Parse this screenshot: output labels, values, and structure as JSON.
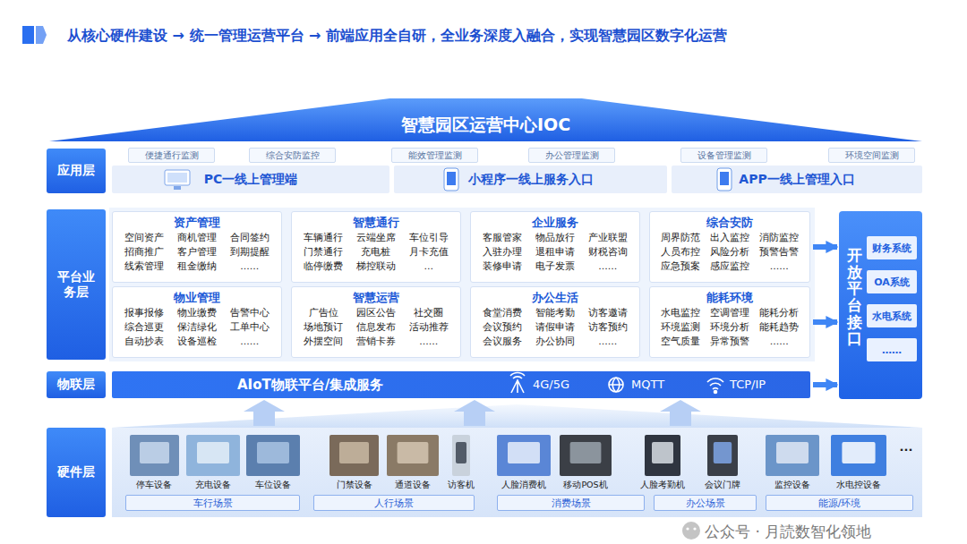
{
  "diagram": {
    "title": "从核心硬件建设 → 统一管理运营平台 → 前端应用全自研，全业务深度入融合，实现智慧园区数字化运营",
    "nodes": [
      {
        "text": [
          "智慧园区运营中心IOC"
        ]
      },
      {
        "text": [
          "应用层"
        ]
      },
      {
        "text": [
          "便捷通行监测"
        ]
      },
      {
        "text": [
          "综合安防监控"
        ]
      },
      {
        "text": [
          "能效管理监测"
        ]
      },
      {
        "text": [
          "办公管理监测"
        ]
      },
      {
        "text": [
          "设备管理监测"
        ]
      },
      {
        "text": [
          "环境空间监测"
        ]
      },
      {
        "text": [
          "PC一线上管理端"
        ]
      },
      {
        "text": [
          "小程序一线上服务入口"
        ]
      },
      {
        "text": [
          "APP一线上管理入口"
        ]
      },
      {
        "text": [
          "平台业务层"
        ]
      },
      {
        "text": [
          "资产管理",
          "空间资产",
          "商机管理",
          "合同签约",
          "招商推广",
          "客户管理",
          "到期提醒",
          "线索管理",
          "租金缴纳",
          "……"
        ]
      },
      {
        "text": [
          "智慧通行",
          "车辆通行",
          "云端坐席",
          "车位引导",
          "门禁通行",
          "充电桩",
          "月卡充值",
          "临停缴费",
          "梯控联动",
          "…"
        ]
      },
      {
        "text": [
          "企业服务",
          "客服管家",
          "物品放行",
          "产业联盟",
          "入驻办理",
          "退租申请",
          "财税咨询",
          "装修申请",
          "电子发票",
          "……"
        ]
      },
      {
        "text": [
          "综合安防",
          "周界防范",
          "出入监控",
          "消防监控",
          "人员布控",
          "风险分析",
          "预警告警",
          "应急预案",
          "感应监控",
          "……"
        ]
      },
      {
        "text": [
          "物业管理",
          "报事报修",
          "物业缴费",
          "告警中心",
          "综合巡更",
          "保洁绿化",
          "工单中心",
          "自动抄表",
          "设备巡检",
          "……"
        ]
      },
      {
        "text": [
          "智慧运营",
          "广告位",
          "园区公告",
          "社交圈",
          "场地预订",
          "信息发布",
          "活动推荐",
          "外摆空间",
          "营销卡券",
          "……"
        ]
      },
      {
        "text": [
          "办公生活",
          "食堂消费",
          "智能考勤",
          "访客邀请",
          "会议预约",
          "请假申请",
          "访客预约",
          "会议服务",
          "办公协同",
          "……"
        ]
      },
      {
        "text": [
          "能耗环境",
          "水电监控",
          "空调管理",
          "能耗分析",
          "环境监测",
          "环境分析",
          "能耗趋势",
          "空气质量",
          "异常预警",
          "……"
        ]
      },
      {
        "text": [
          "开放平台接口"
        ]
      },
      {
        "text": [
          "财务系统"
        ],
        "in": 20
      },
      {
        "text": [
          "OA系统"
        ],
        "in": 20
      },
      {
        "text": [
          "水电系统"
        ],
        "in": 20
      },
      {
        "text": [
          "……"
        ],
        "in": 20
      },
      {
        "text": [
          "物联层"
        ]
      },
      {
        "text": [
          "AIoT物联平台/集成服务",
          "4G/5G",
          "MQTT",
          "TCP/IP"
        ]
      },
      {
        "text": [
          "硬件层"
        ]
      },
      {
        "text": [
          "车行场景"
        ]
      },
      {
        "text": [
          "人行场景"
        ]
      },
      {
        "text": [
          "消费场景"
        ]
      },
      {
        "text": [
          "办公场景"
        ]
      },
      {
        "text": [
          "能源/环境"
        ]
      }
    ],
    "edges": [
      {
        "from": 15,
        "to": 20,
        "arrow": "to"
      },
      {
        "from": 19,
        "to": 20,
        "arrow": "to"
      },
      {
        "from": 26,
        "to": 20,
        "arrow": "to"
      }
    ],
    "labels": [
      "停车设备",
      "充电设备",
      "车位设备",
      "门禁设备",
      "通道设备",
      "访客机",
      "人脸消费机",
      "移动POS机",
      "人脸考勤机",
      "会议门牌",
      "监控设备",
      "水电控设备",
      "...",
      "公众号 · 月読数智化领地"
    ]
  }
}
